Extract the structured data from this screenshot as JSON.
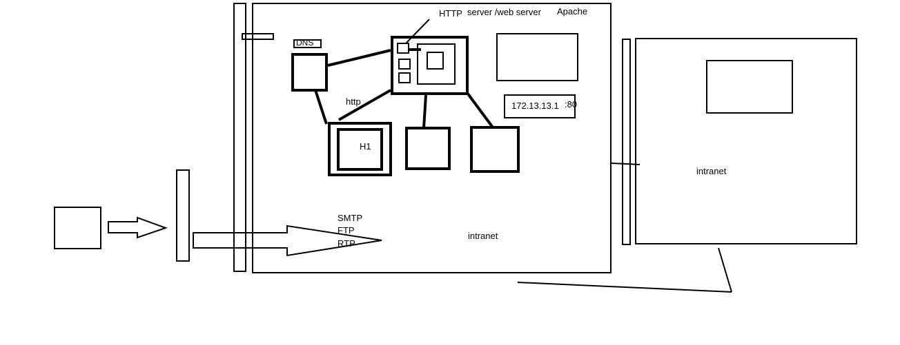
{
  "labels": {
    "http_title": "HTTP",
    "server_title": "server /web server",
    "apache": "Apache",
    "dns": "DNS",
    "http": "http",
    "h1": "H1",
    "ip_address": "172.13.13.1",
    "port": ":80",
    "intranet_left": "intranet",
    "intranet_right": "intranet",
    "protocol_smtp": "SMTP",
    "protocol_ftp": "FTP",
    "protocol_rtp": "RTP"
  },
  "colors": {
    "stroke": "#000000",
    "background": "#ffffff"
  }
}
